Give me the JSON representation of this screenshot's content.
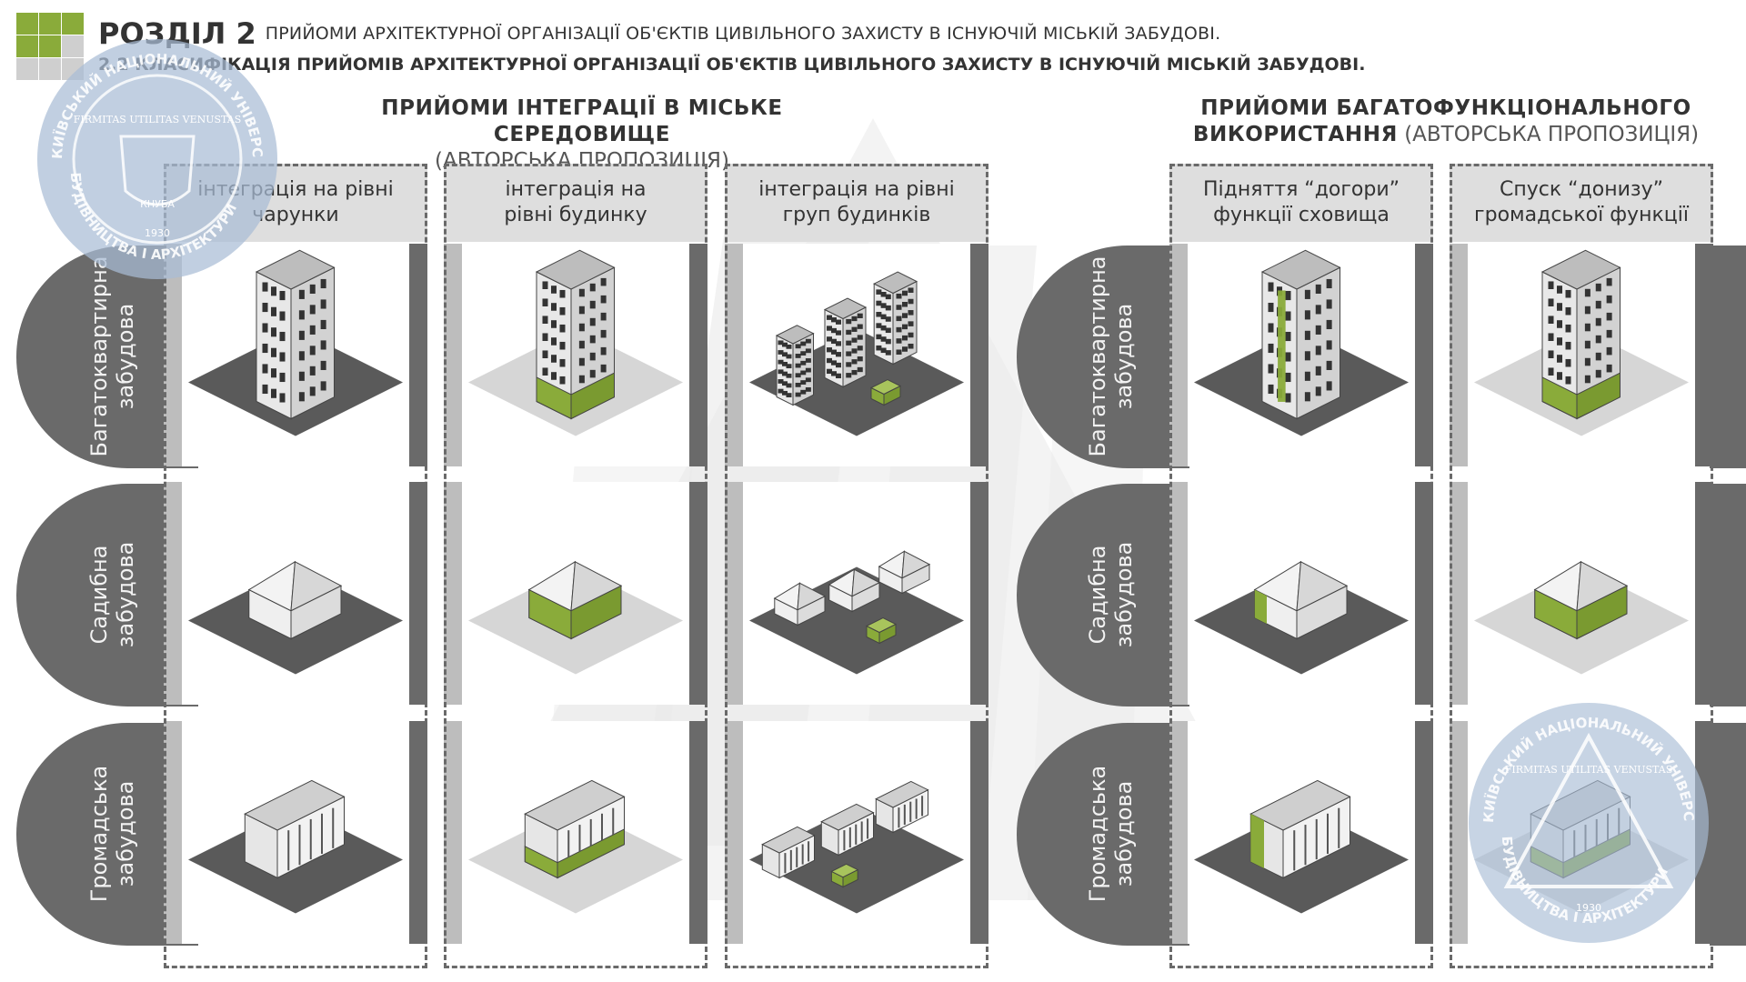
{
  "header": {
    "section_number": "РОЗДІЛ 2",
    "section_title": "ПРИЙОМИ АРХІТЕКТУРНОЇ ОРГАНІЗАЦІЇ ОБ'ЄКТІВ ЦИВІЛЬНОГО ЗАХИСТУ В ІСНУЮЧІЙ МІСЬКІЙ ЗАБУДОВІ.",
    "subsection": "2.2 КЛАСИФІКАЦІЯ ПРИЙОМІВ АРХІТЕКТУРНОЇ ОРГАНІЗАЦІЇ ОБ'ЄКТІВ ЦИВІЛЬНОГО ЗАХИСТУ В ІСНУЮЧІЙ МІСЬКІЙ ЗАБУДОВІ."
  },
  "left_group": {
    "title": "ПРИЙОМИ ІНТЕГРАЦІЇ В МІСЬКЕ СЕРЕДОВИЩЕ",
    "note": "(АВТОРСЬКА ПРОПОЗИЦІЯ)",
    "columns": [
      {
        "line1": "інтеграція на рівні",
        "line2": "чарунки"
      },
      {
        "line1": "інтеграція на",
        "line2": "рівні будинку"
      },
      {
        "line1": "інтеграція на рівні",
        "line2": "груп будинків"
      }
    ]
  },
  "right_group": {
    "title_line1": "ПРИЙОМИ БАГАТОФУНКЦІОНАЛЬНОГО",
    "title_line2": "ВИКОРИСТАННЯ",
    "note": "(АВТОРСЬКА ПРОПОЗИЦІЯ)",
    "columns": [
      {
        "line1": "Підняття “догори”",
        "line2": "функції сховища"
      },
      {
        "line1": "Спуск “донизу”",
        "line2": "громадської функції"
      }
    ]
  },
  "rows": [
    {
      "line1": "Багатоквартирна",
      "line2": "забудова"
    },
    {
      "line1": "Садибна",
      "line2": "забудова"
    },
    {
      "line1": "Громадська",
      "line2": "забудова"
    }
  ],
  "stamps": {
    "top_left": {
      "arc_text": "КИЇВСЬКИЙ НАЦІОНАЛЬНИЙ УНІВЕРСИТЕТ",
      "motto": "FIRMITAS UTILITAS VENUSTAS",
      "bottom_arc": "БУДІВНИЦТВА І АРХІТЕКТУРИ",
      "abbr": "КНУБА",
      "year": "1930"
    },
    "bottom_right": {
      "arc_text": "КИЇВСЬКИЙ НАЦІОНАЛЬНИЙ УНІВЕРСИТЕТ",
      "motto": "FIRMITAS UTILITAS VENUSTAS",
      "bottom_arc": "БУДІВНИЦТВА І АРХІТЕКТУРИ",
      "year": "1930"
    }
  },
  "colors": {
    "accent_green": "#8aab3a",
    "dark_gray": "#6a6a6a",
    "header_fill": "#dedede",
    "plate_dark": "#5a5a5a",
    "plate_light": "#c8c8c8",
    "stamp_blue": "#a9bdd6"
  },
  "icons": [
    "logo-squares",
    "university-seal",
    "isometric-building"
  ]
}
